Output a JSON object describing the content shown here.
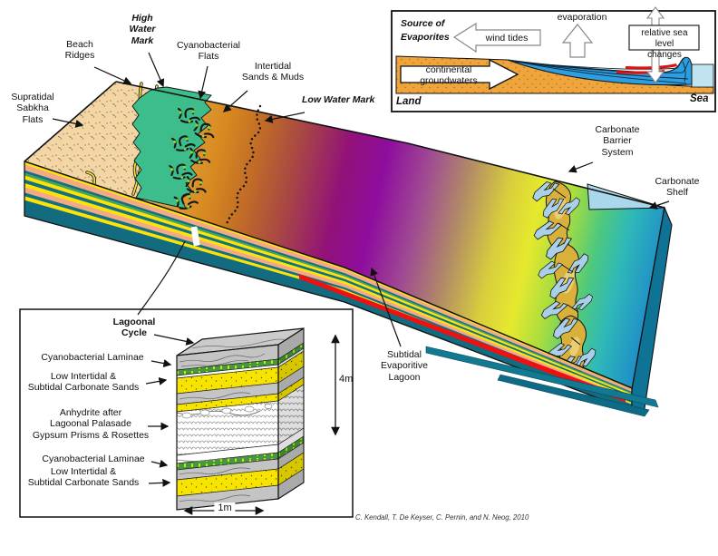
{
  "colors": {
    "sand": "#F3D6A4",
    "green_flats": "#3EBD8C",
    "intertidal_orange": "#D8891F",
    "lagoon_purple": "#8E0D9E",
    "lagoon_yellow": "#E6E92E",
    "shelf_blue": "#1F8FC8",
    "barrier_tan": "#D9B13A",
    "channel_blue": "#AACFE8",
    "shelf_triangle": "#A9D8EC",
    "stripe_yellow": "#FFE300",
    "stripe_salmon": "#F4A986",
    "stripe_teal": "#15707D",
    "stripe_red": "#EE1111",
    "inset_orange": "#F0A43C",
    "inset_water": "#2D9FE0",
    "inset_sea": "#BFE3F0",
    "cycle_gray": "#C4C4C4",
    "cycle_green": "#3E9B40",
    "cycle_yellow": "#F6E400"
  },
  "main": {
    "labels": {
      "supratidal": "Supratidal\nSabkha\nFlats",
      "beach_ridges": "Beach\nRidges",
      "high_water_mark": "High\nWater\nMark",
      "cyanobacterial_flats": "Cyanobacterial\nFlats",
      "intertidal_sands": "Intertidal\nSands & Muds",
      "low_water_mark": "Low Water Mark",
      "carbonate_barrier": "Carbonate\nBarrier\nSystem",
      "carbonate_shelf": "Carbonate\nShelf",
      "subtidal_lagoon": "Subtidal\nEvaporitive\nLagoon"
    },
    "attribution": "C. Kendall, T. De Keyser, C. Pernin, and N. Neog, 2010"
  },
  "inset_source": {
    "title": "Source of\nEvaporites",
    "wind_tides": "wind tides",
    "evaporation": "evaporation",
    "relative_sea": "relative sea\nlevel changes",
    "continental_groundwaters": "continental\ngroundwaters",
    "land": "Land",
    "sea": "Sea"
  },
  "inset_cycle": {
    "title": "Lagoonal\nCycle",
    "cyano_laminae_1": "Cyanobacterial Laminae",
    "low_intertidal_1": "Low Intertidal &\nSubtidal Carbonate Sands",
    "anhydrite": "Anhydrite after\nLagoonal Palasade\nGypsum Prisms & Rosettes",
    "cyano_laminae_2": "Cyanobacterial Laminae",
    "low_intertidal_2": "Low Intertidal &\nSubtidal Carbonate Sands",
    "height_scale": "4m",
    "width_scale": "1m"
  }
}
